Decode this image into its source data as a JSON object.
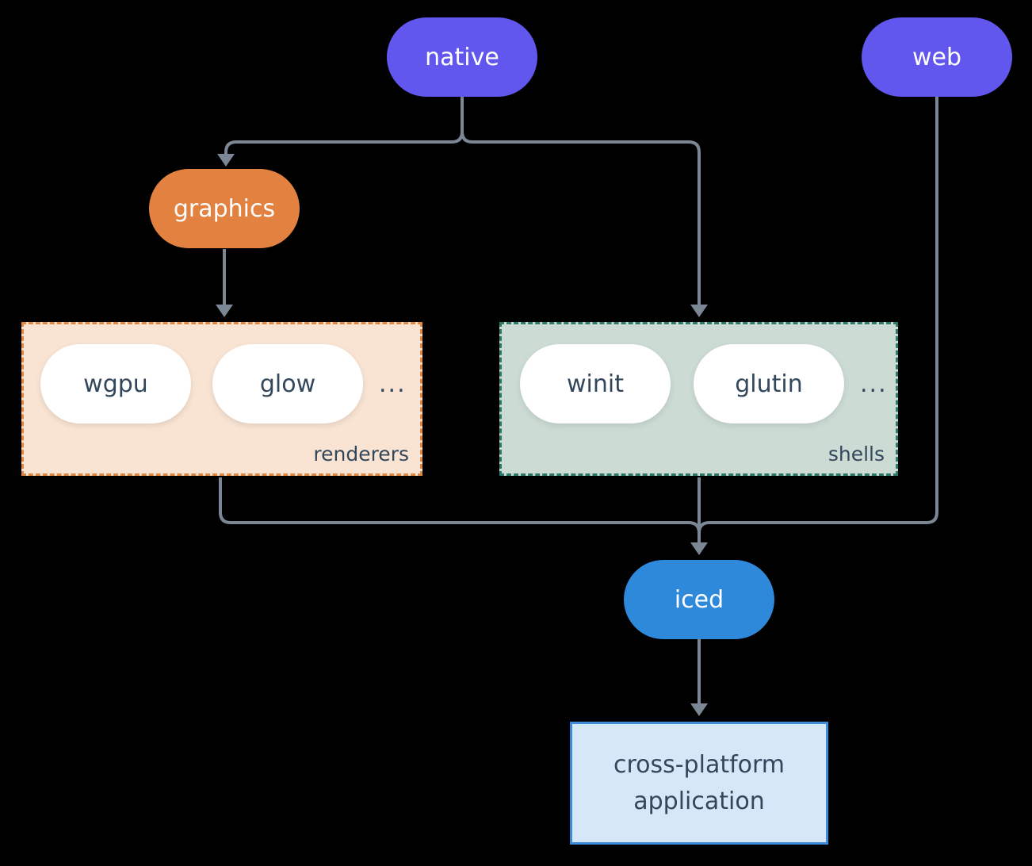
{
  "diagram": {
    "background": "#000000",
    "connector_color": "#7b8794",
    "nodes": {
      "native": {
        "label": "native",
        "color": "#6156ee",
        "text_color": "#ffffff"
      },
      "web": {
        "label": "web",
        "color": "#6156ee",
        "text_color": "#ffffff"
      },
      "graphics": {
        "label": "graphics",
        "color": "#e28140",
        "text_color": "#ffffff"
      },
      "iced": {
        "label": "iced",
        "color": "#2e89da",
        "text_color": "#ffffff"
      },
      "application": {
        "line1": "cross-platform",
        "line2": "application",
        "fill": "#d6e7f8",
        "border": "#3e8bdb",
        "text_color": "#33475c"
      }
    },
    "groups": {
      "renderers": {
        "label": "renderers",
        "items": [
          "wgpu",
          "glow"
        ],
        "ellipsis": "...",
        "fill": "#f9e4d3",
        "border": "#e2873f"
      },
      "shells": {
        "label": "shells",
        "items": [
          "winit",
          "glutin"
        ],
        "ellipsis": "...",
        "fill": "#ccdcd4",
        "border": "#2d7a6b"
      }
    },
    "item_pill": {
      "fill": "#ffffff",
      "text_color": "#33475c"
    }
  }
}
